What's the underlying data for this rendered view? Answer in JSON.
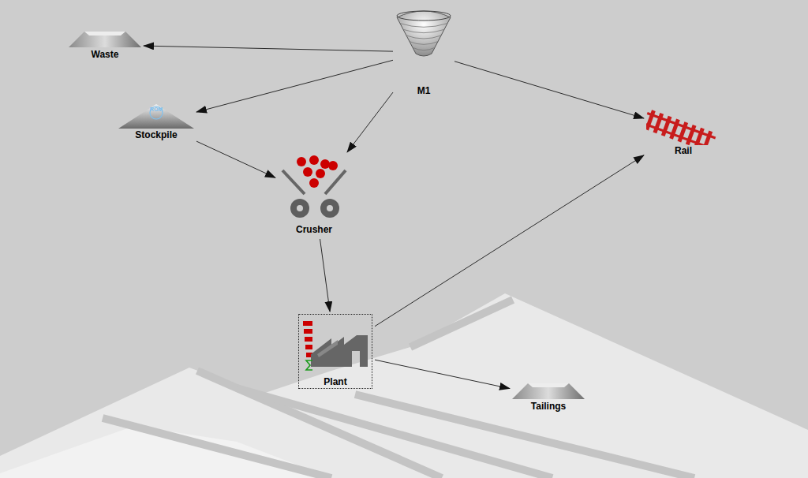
{
  "diagram": {
    "nodes": [
      {
        "text": [
          "Waste"
        ]
      },
      {
        "text": [
          "M1"
        ]
      },
      {
        "text": [
          "Stockpile"
        ]
      },
      {
        "text": [
          "Rail"
        ]
      },
      {
        "text": [
          "Crusher"
        ]
      },
      {
        "text": [
          "Plant"
        ]
      },
      {
        "text": [
          "Tailings"
        ]
      }
    ],
    "edges": [
      {
        "from": 1,
        "to": 0,
        "arrow": "to"
      },
      {
        "from": 1,
        "to": 2,
        "arrow": "to"
      },
      {
        "from": 1,
        "to": 4,
        "arrow": "to"
      },
      {
        "from": 1,
        "to": 3,
        "arrow": "to"
      },
      {
        "from": 2,
        "to": 4,
        "arrow": "to"
      },
      {
        "from": 4,
        "to": 5,
        "arrow": "to"
      },
      {
        "from": 5,
        "to": 3,
        "arrow": "to"
      },
      {
        "from": 5,
        "to": 6,
        "arrow": "to"
      }
    ],
    "labels": [
      "ROM"
    ]
  }
}
